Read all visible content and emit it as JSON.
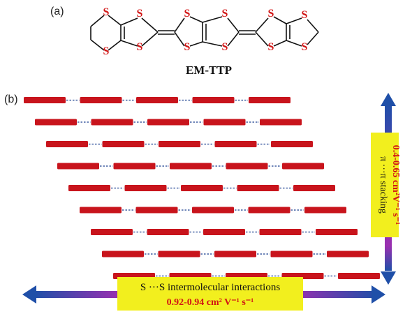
{
  "panel_a": {
    "label": "(a)",
    "molecule_name": "EM-TTP",
    "atom_symbol": "S"
  },
  "panel_b": {
    "label": "(b)",
    "stack_axis_line1": "π ···π stacking",
    "stack_axis_line2": "0.4-0.65 cm²V⁻¹ s⁻¹",
    "row_axis_line1": "S ···S intermolecular interactions",
    "row_axis_line2": "0.92-0.94 cm² V⁻¹ s⁻¹",
    "rows": 9,
    "molecules_per_row": 5
  },
  "colors": {
    "atom_s": "#d11414",
    "bond": "#111111",
    "molecule": "#c8141c",
    "contact": "#1a3f8f",
    "arrow_blue": "#1f4fa8",
    "arrow_purple": "#9b2fb0",
    "label_box": "#f2ef1e",
    "value_text": "#d11414"
  }
}
